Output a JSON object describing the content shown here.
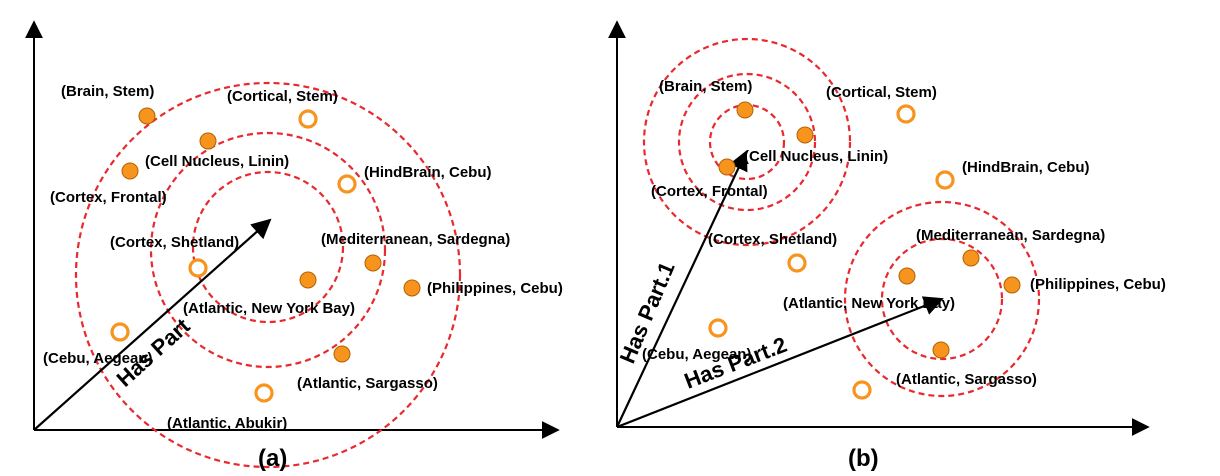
{
  "panels": [
    {
      "caption": "(a)",
      "vector_labels": [
        "Has Part"
      ],
      "labels": [
        "(Brain, Stem)",
        "(Cortical, Stem)",
        "(Cell Nucleus, Linin)",
        "(HindBrain, Cebu)",
        "(Cortex, Frontal)",
        "(Cortex, Shetland)",
        "(Mediterranean, Sardegna)",
        "(Philippines, Cebu)",
        "(Atlantic, New York Bay)",
        "(Cebu, Aegean)",
        "(Atlantic, Sargasso)",
        "(Atlantic, Abukir)"
      ]
    },
    {
      "caption": "(b)",
      "vector_labels": [
        "Has Part.1",
        "Has Part.2"
      ],
      "labels": [
        "(Brain, Stem)",
        "(Cortical, Stem)",
        "(Cell Nucleus, Linin)",
        "(HindBrain, Cebu)",
        "(Cortex, Frontal)",
        "(Cortex, Shetland)",
        "(Mediterranean, Sardegna)",
        "(Philippines, Cebu)",
        "(Atlantic, New York Bay)",
        "(Cebu, Aegean)",
        "(Atlantic, Sargasso)"
      ]
    }
  ],
  "colors": {
    "ring": "#e8292e",
    "point": "#f7941d"
  }
}
